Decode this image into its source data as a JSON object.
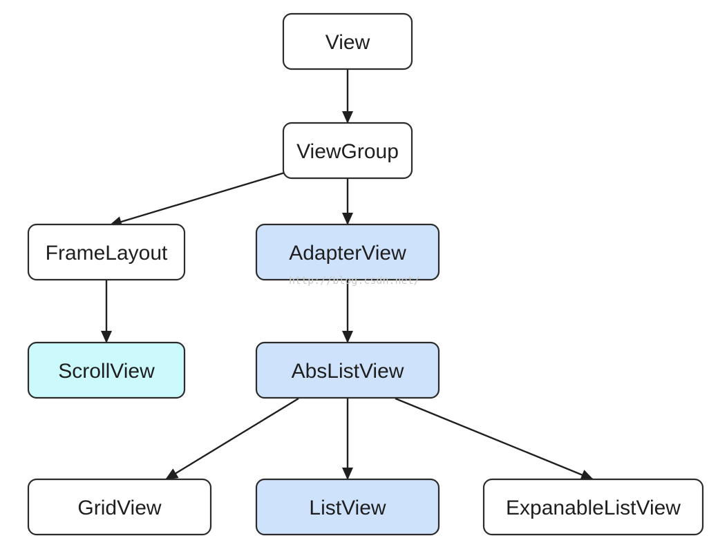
{
  "colors": {
    "default_fill": "#ffffff",
    "blue_fill": "#cfe2fb",
    "cyan_fill": "#ccfafc",
    "border": "#2b2b2b",
    "edge": "#1f1f1f"
  },
  "nodes": [
    {
      "id": "view",
      "label": "View",
      "fill": "default"
    },
    {
      "id": "viewgroup",
      "label": "ViewGroup",
      "fill": "default"
    },
    {
      "id": "framelayout",
      "label": "FrameLayout",
      "fill": "default"
    },
    {
      "id": "adapterview",
      "label": "AdapterView",
      "fill": "blue"
    },
    {
      "id": "scrollview",
      "label": "ScrollView",
      "fill": "cyan"
    },
    {
      "id": "abslistview",
      "label": "AbsListView",
      "fill": "blue"
    },
    {
      "id": "gridview",
      "label": "GridView",
      "fill": "default"
    },
    {
      "id": "listview",
      "label": "ListView",
      "fill": "blue"
    },
    {
      "id": "expanablelistview",
      "label": "ExpanableListView",
      "fill": "default"
    }
  ],
  "edges": [
    {
      "from": "view",
      "to": "viewgroup"
    },
    {
      "from": "viewgroup",
      "to": "framelayout"
    },
    {
      "from": "viewgroup",
      "to": "adapterview"
    },
    {
      "from": "framelayout",
      "to": "scrollview"
    },
    {
      "from": "adapterview",
      "to": "abslistview"
    },
    {
      "from": "abslistview",
      "to": "gridview"
    },
    {
      "from": "abslistview",
      "to": "listview"
    },
    {
      "from": "abslistview",
      "to": "expanablelistview"
    }
  ],
  "watermark": "http://blog.csdn.net/"
}
